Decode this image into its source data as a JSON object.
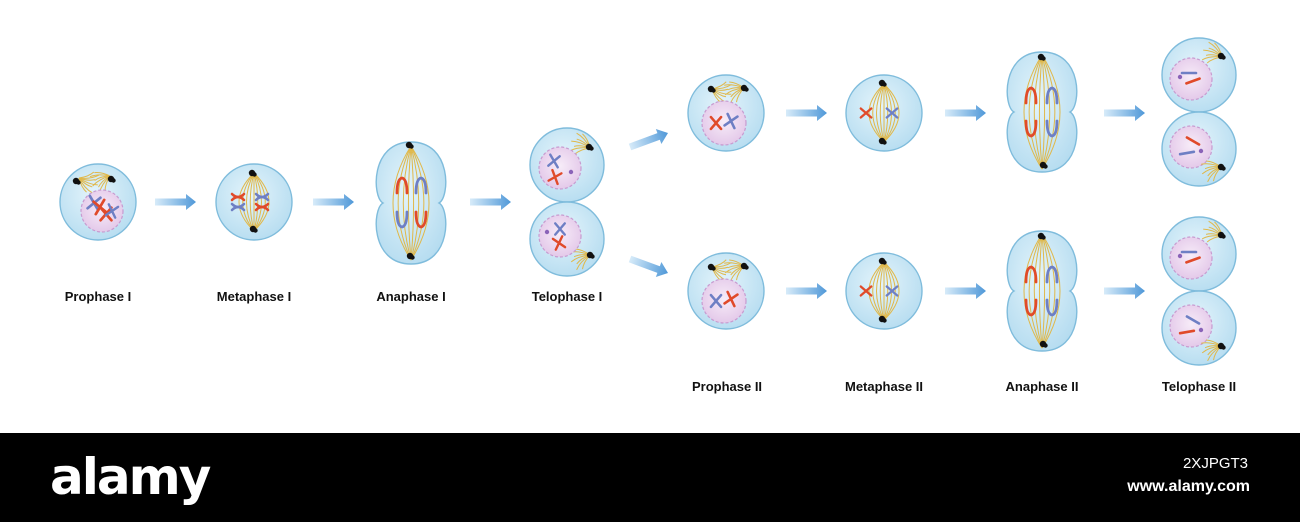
{
  "stages": {
    "prophase_1": "Prophase I",
    "metaphase_1": "Metaphase I",
    "anaphase_1": "Anaphase I",
    "telophase_1": "Telophase I",
    "prophase_2": "Prophase II",
    "metaphase_2": "Metaphase II",
    "anaphase_2": "Anaphase II",
    "telophase_2": "Telophase II"
  },
  "footer": {
    "brand": "alamy",
    "image_id": "2XJPGT3",
    "url": "www.alamy.com"
  },
  "colors": {
    "cell_fill": "#c9e7f5",
    "cell_edge": "#7fbcdc",
    "nucleus_fill": "#ecd6ee",
    "nucleus_edge": "#c79bd0",
    "spindle": "#e0b84a",
    "chromosome_red": "#e04a2a",
    "chromosome_blue": "#6e7fc4",
    "centrosome": "#111111",
    "arrow": "#5aa0dc",
    "footer_bg": "#000000"
  }
}
